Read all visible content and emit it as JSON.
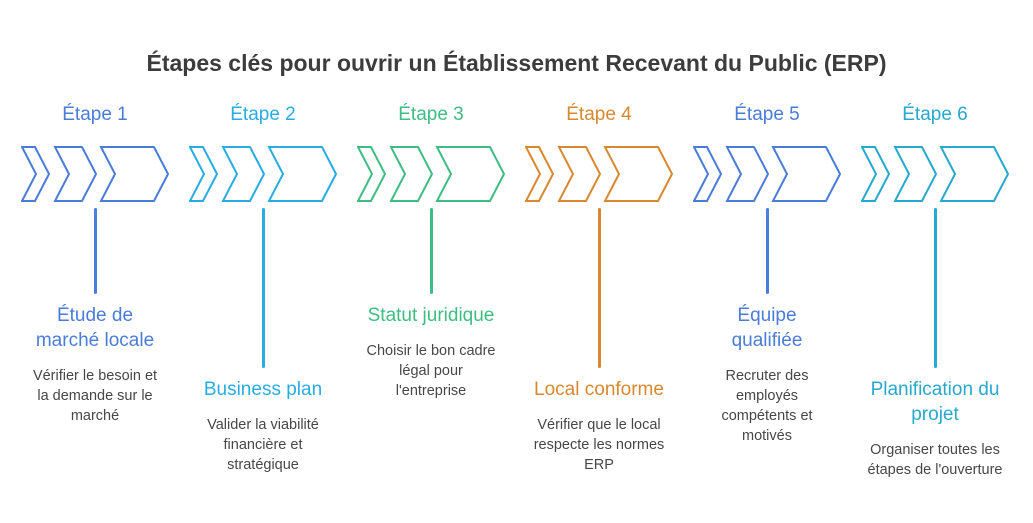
{
  "title": "Étapes clés pour ouvrir un Établissement Recevant du Public (ERP)",
  "colors": {
    "background": "#FFFFFF",
    "main_title": "#3C3C3C",
    "description_text": "#474747",
    "step_blue": "#4A7CD9",
    "step_cyan": "#29ACE3",
    "step_green": "#3EBD83",
    "step_orange": "#D8882F",
    "step_teal": "#27A8CE"
  },
  "steps": [
    {
      "label": "Étape 1",
      "title": "Étude de marché locale",
      "description": "Vérifier le besoin et la demande sur le marché",
      "color": "#4A7CD9"
    },
    {
      "label": "Étape 2",
      "title": "Business plan",
      "description": "Valider la viabilité financière et stratégique",
      "color": "#29ACE3"
    },
    {
      "label": "Étape 3",
      "title": "Statut juridique",
      "description": "Choisir le bon cadre légal pour l'entreprise",
      "color": "#3EBD83"
    },
    {
      "label": "Étape 4",
      "title": "Local conforme",
      "description": "Vérifier que le local respecte les normes ERP",
      "color": "#D8882F"
    },
    {
      "label": "Étape 5",
      "title": "Équipe qualifiée",
      "description": "Recruter des employés compétents et motivés",
      "color": "#4A7CD9"
    },
    {
      "label": "Étape 6",
      "title": "Planification du projet",
      "description": "Organiser toutes les étapes de l'ouverture",
      "color": "#27A8CE"
    }
  ]
}
